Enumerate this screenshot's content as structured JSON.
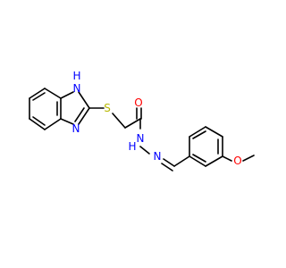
{
  "molecule": {
    "atoms": [
      {
        "id": "N1",
        "label": "N",
        "color": "#0000ff"
      },
      {
        "id": "H1",
        "label": "H",
        "color": "#0000ff"
      },
      {
        "id": "N3",
        "label": "N",
        "color": "#0000ff"
      },
      {
        "id": "S",
        "label": "S",
        "color": "#b8b800"
      },
      {
        "id": "O",
        "label": "O",
        "color": "#ff0000"
      },
      {
        "id": "NH",
        "label": "N",
        "color": "#0000ff"
      },
      {
        "id": "H2",
        "label": "H",
        "color": "#0000ff"
      },
      {
        "id": "N2",
        "label": "N",
        "color": "#0000ff"
      },
      {
        "id": "OMe",
        "label": "O",
        "color": "#ff0000"
      }
    ]
  }
}
